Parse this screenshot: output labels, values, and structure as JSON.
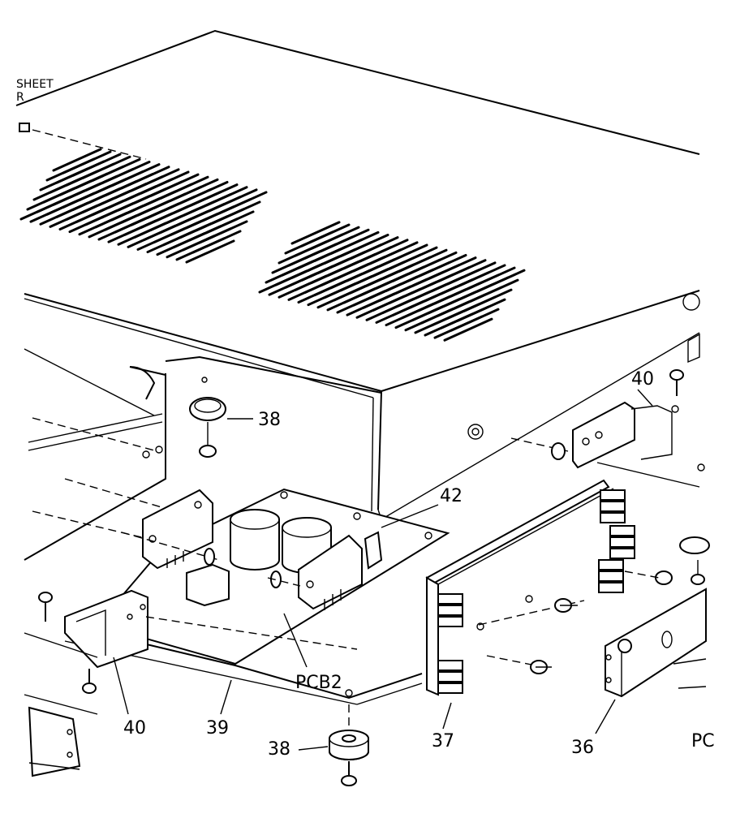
{
  "labels": {
    "sheet": "SHEET",
    "sheet_r": "R",
    "p38_top": "38",
    "p40_right": "40",
    "p42": "42",
    "pcb2": "PCB2",
    "p40_left": "40",
    "p39": "39",
    "p38_bottom": "38",
    "p37": "37",
    "p36": "36",
    "pc": "PC"
  }
}
